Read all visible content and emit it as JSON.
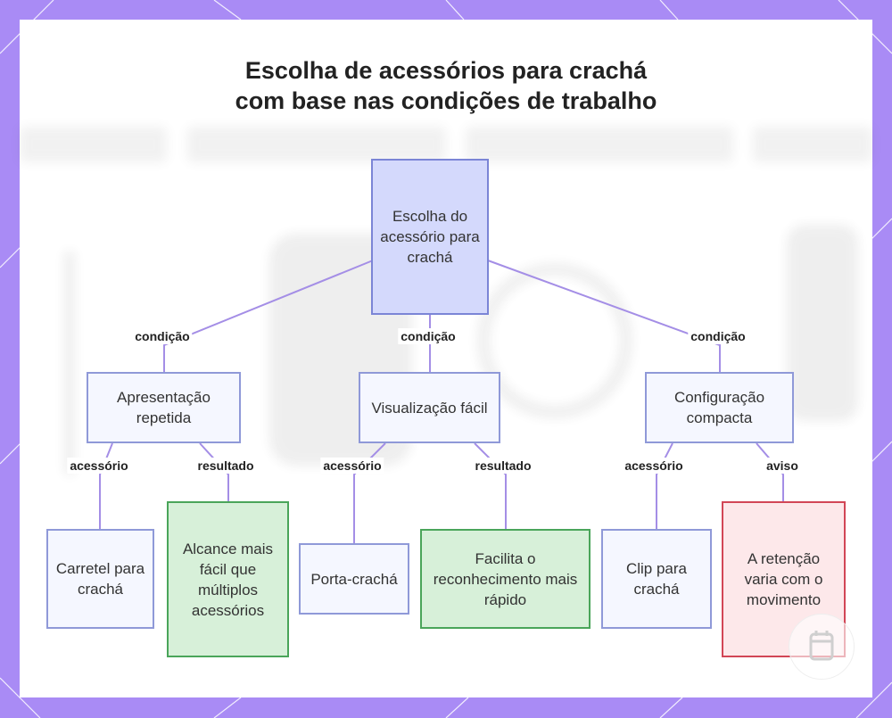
{
  "title_line1": "Escolha de acessórios para crachá",
  "title_line2": "com base nas condições de trabalho",
  "colors": {
    "frame": "#a98bf5",
    "edge": "#a48ee6",
    "root_fill": "#d4d9fc",
    "result_fill": "#d7f0d9",
    "warning_fill": "#fde8ea"
  },
  "nodes": {
    "root": "Escolha do acessório para crachá",
    "presentation": "Apresentação repetida",
    "visualization": "Visualização fácil",
    "configuration": "Configuração compacta",
    "reel": "Carretel para crachá",
    "reach_result": "Alcance mais fácil que múltiplos acessórios",
    "holder": "Porta-crachá",
    "recognition_result": "Facilita o reconhecimento mais rápido",
    "clip": "Clip para crachá",
    "retention_warning": "A retenção varia com o movimento"
  },
  "edge_labels": {
    "cond_left": "condição",
    "cond_mid": "condição",
    "cond_right": "condição",
    "acc_left": "acessório",
    "res_left": "resultado",
    "acc_mid": "acessório",
    "res_mid": "resultado",
    "acc_right": "acessório",
    "warn_right": "aviso"
  }
}
